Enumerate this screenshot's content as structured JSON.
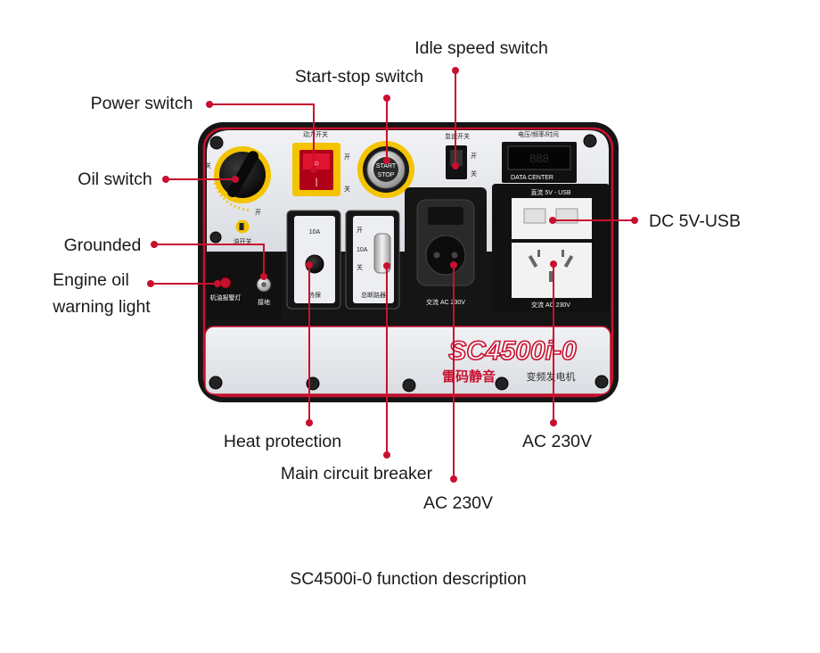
{
  "callouts": {
    "idle_speed_switch": "Idle speed switch",
    "start_stop_switch": "Start-stop switch",
    "power_switch": "Power switch",
    "oil_switch": "Oil switch",
    "grounded": "Grounded",
    "engine_oil_line1": "Engine oil",
    "engine_oil_line2": "warning light",
    "dc_usb": "DC 5V-USB",
    "heat_protection": "Heat protection",
    "main_circuit_breaker": "Main circuit breaker",
    "ac_230v_left": "AC 230V",
    "ac_230v_right": "AC 230V"
  },
  "caption": "SC4500i-0 function description",
  "panel": {
    "model": "SC4500i-0",
    "brand_cn": "雷码静音",
    "subtitle_cn": "变频发电机",
    "power_switch_label": "动力开关",
    "idle_label": "怠速开关",
    "meter_label": "电压/频率/时间",
    "data_center": "DATA CENTER",
    "usb_label": "直流 5V - USB",
    "socket_left_label": "交流 AC 230V",
    "socket_right_label": "交流 AC 230V",
    "heat_rating": "10A",
    "heat_cn": "热保",
    "breaker_rating": "10A",
    "breaker_cn": "总断路器",
    "fuel_label": "油开关",
    "oil_light_label": "机油报警灯",
    "ground_label": "接地",
    "on_cn": "开",
    "off_cn": "关",
    "start_text": "START",
    "stop_text": "STOP"
  },
  "colors": {
    "accent_red": "#c8102e",
    "panel_black": "#151515",
    "panel_silver": "#e4e6ea",
    "knob_yellow": "#f4c400"
  }
}
